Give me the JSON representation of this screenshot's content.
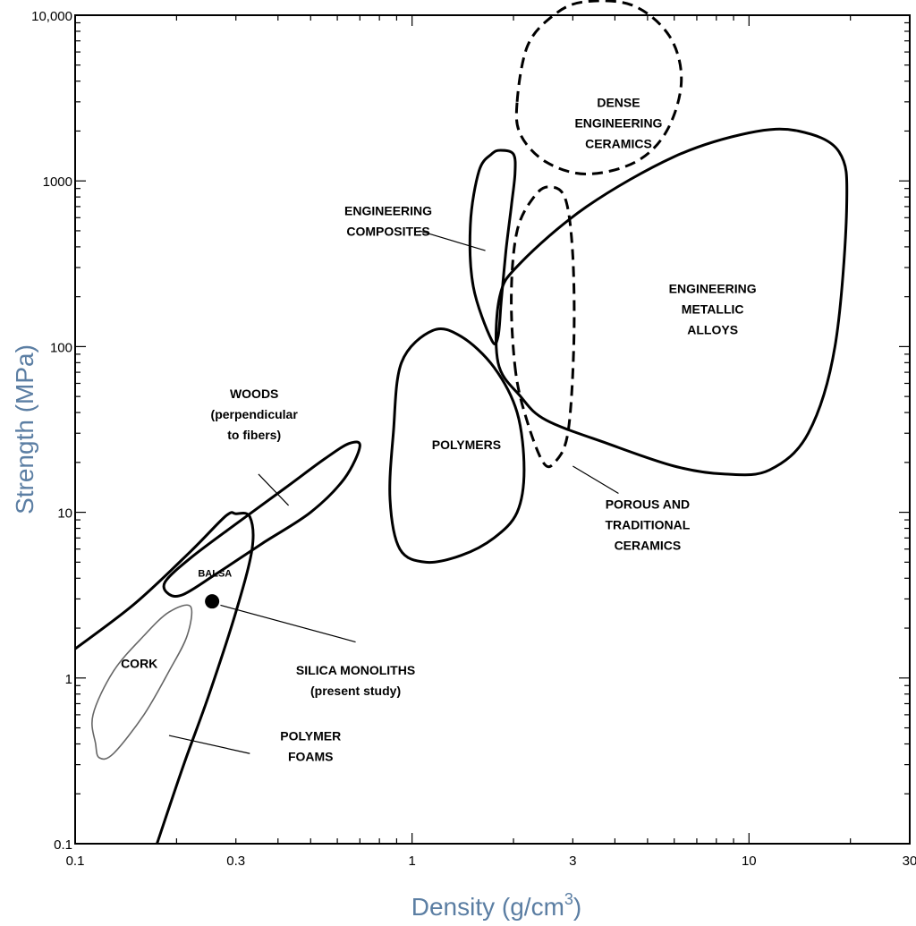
{
  "chart_data": {
    "type": "scatter",
    "title": "",
    "xlabel": "Density (g/cm",
    "xlabel_sup": "3",
    "xlabel_close": ")",
    "ylabel": "Strength (MPa)",
    "xscale": "log",
    "yscale": "log",
    "xlim": [
      0.1,
      30
    ],
    "ylim": [
      0.1,
      10000
    ],
    "x_ticks": [
      {
        "value": 0.1,
        "label": "0.1"
      },
      {
        "value": 0.3,
        "label": "0.3"
      },
      {
        "value": 1,
        "label": "1"
      },
      {
        "value": 3,
        "label": "3"
      },
      {
        "value": 10,
        "label": "10"
      },
      {
        "value": 30,
        "label": "30"
      }
    ],
    "y_ticks": [
      {
        "value": 0.1,
        "label": "0.1"
      },
      {
        "value": 1,
        "label": "1"
      },
      {
        "value": 10,
        "label": "10"
      },
      {
        "value": 100,
        "label": "100"
      },
      {
        "value": 1000,
        "label": "1000"
      },
      {
        "value": 10000,
        "label": "10,000"
      }
    ],
    "grid": false,
    "axis_color": "#5b7ea3",
    "regions": [
      {
        "id": "dense-engineering-ceramics",
        "label_lines": [
          "DENSE",
          "ENGINEERING",
          "CERAMICS"
        ],
        "label_pos": [
          4.1,
          2800
        ],
        "style": "dashed",
        "outline": [
          [
            2.05,
            3000
          ],
          [
            2.2,
            6500
          ],
          [
            2.6,
            9800
          ],
          [
            3.2,
            12000
          ],
          [
            4.5,
            11500
          ],
          [
            5.8,
            7500
          ],
          [
            6.3,
            4000
          ],
          [
            5.7,
            2000
          ],
          [
            4.6,
            1300
          ],
          [
            3.3,
            1100
          ],
          [
            2.5,
            1300
          ],
          [
            2.1,
            1900
          ]
        ]
      },
      {
        "id": "engineering-composites",
        "label_lines": [
          "ENGINEERING",
          "COMPOSITES"
        ],
        "label_pos": [
          0.85,
          620
        ],
        "leader": [
          [
            1.05,
            500
          ],
          [
            1.65,
            380
          ]
        ],
        "style": "solid",
        "outline": [
          [
            1.72,
            110
          ],
          [
            1.52,
            230
          ],
          [
            1.49,
            550
          ],
          [
            1.58,
            1150
          ],
          [
            1.72,
            1450
          ],
          [
            1.83,
            1530
          ],
          [
            2.0,
            1450
          ],
          [
            2.02,
            1100
          ],
          [
            1.97,
            700
          ],
          [
            1.9,
            380
          ],
          [
            1.84,
            190
          ],
          [
            1.8,
            115
          ]
        ]
      },
      {
        "id": "porous-and-traditional-ceramics",
        "label_lines": [
          "POROUS AND",
          "TRADITIONAL",
          "CERAMICS"
        ],
        "label_pos": [
          5.0,
          10.5
        ],
        "leader": [
          [
            4.1,
            13
          ],
          [
            3.0,
            19
          ]
        ],
        "style": "dashed",
        "outline": [
          [
            2.03,
            70
          ],
          [
            1.97,
            200
          ],
          [
            2.05,
            500
          ],
          [
            2.3,
            800
          ],
          [
            2.55,
            920
          ],
          [
            2.85,
            780
          ],
          [
            3.0,
            350
          ],
          [
            3.02,
            100
          ],
          [
            2.9,
            30
          ],
          [
            2.65,
            20
          ],
          [
            2.45,
            20
          ],
          [
            2.2,
            35
          ]
        ]
      },
      {
        "id": "engineering-metallic-alloys",
        "label_lines": [
          "ENGINEERING",
          "METALLIC",
          "ALLOYS"
        ],
        "label_pos": [
          7.8,
          210
        ],
        "style": "solid",
        "outline": [
          [
            1.8,
            80
          ],
          [
            1.82,
            200
          ],
          [
            2.1,
            320
          ],
          [
            3.3,
            700
          ],
          [
            6,
            1400
          ],
          [
            10,
            1950
          ],
          [
            14,
            2000
          ],
          [
            18.5,
            1500
          ],
          [
            19.5,
            700
          ],
          [
            18,
            100
          ],
          [
            15,
            30
          ],
          [
            11.5,
            18
          ],
          [
            8.5,
            17
          ],
          [
            6,
            19
          ],
          [
            3.8,
            26
          ],
          [
            2.5,
            36
          ],
          [
            2.1,
            50
          ]
        ]
      },
      {
        "id": "polymers",
        "label_lines": [
          "POLYMERS"
        ],
        "label_pos": [
          1.45,
          24
        ],
        "style": "solid",
        "outline": [
          [
            0.88,
            30
          ],
          [
            0.93,
            80
          ],
          [
            1.15,
            125
          ],
          [
            1.4,
            115
          ],
          [
            1.75,
            75
          ],
          [
            2.05,
            40
          ],
          [
            2.15,
            18
          ],
          [
            2.05,
            10
          ],
          [
            1.75,
            7
          ],
          [
            1.4,
            5.5
          ],
          [
            1.1,
            5
          ],
          [
            0.92,
            6
          ],
          [
            0.86,
            12
          ]
        ]
      },
      {
        "id": "woods",
        "label_lines": [
          "WOODS",
          "(perpendicular",
          "to fibers)"
        ],
        "label_pos": [
          0.34,
          49
        ],
        "leader": [
          [
            0.35,
            17
          ],
          [
            0.43,
            11
          ]
        ],
        "style": "solid",
        "outline": [
          [
            0.19,
            3.2
          ],
          [
            0.185,
            3.8
          ],
          [
            0.22,
            5.3
          ],
          [
            0.3,
            8.5
          ],
          [
            0.42,
            14
          ],
          [
            0.55,
            21
          ],
          [
            0.65,
            26
          ],
          [
            0.7,
            25
          ],
          [
            0.63,
            16
          ],
          [
            0.5,
            10
          ],
          [
            0.36,
            6.5
          ],
          [
            0.26,
            4.2
          ],
          [
            0.21,
            3.2
          ]
        ]
      },
      {
        "id": "balsa",
        "label_lines": [
          "BALSA"
        ],
        "label_pos": [
          0.26,
          4.1
        ],
        "style": "none",
        "outline": []
      },
      {
        "id": "polymer-foams",
        "label_lines": [
          "POLYMER",
          "FOAMS"
        ],
        "label_pos": [
          0.5,
          0.42
        ],
        "leader": [
          [
            0.33,
            0.35
          ],
          [
            0.19,
            0.45
          ]
        ],
        "style": "solid",
        "outline": [
          [
            0.1,
            1.5
          ],
          [
            0.15,
            2.8
          ],
          [
            0.22,
            5.8
          ],
          [
            0.28,
            9.5
          ],
          [
            0.3,
            9.8
          ],
          [
            0.33,
            9.4
          ],
          [
            0.335,
            6
          ],
          [
            0.3,
            2.5
          ],
          [
            0.25,
            0.8
          ],
          [
            0.21,
            0.3
          ],
          [
            0.175,
            0.1
          ]
        ]
      },
      {
        "id": "cork",
        "label_lines": [
          "CORK"
        ],
        "label_pos": [
          0.155,
          1.15
        ],
        "style": "thin",
        "outline": [
          [
            0.115,
            0.4
          ],
          [
            0.113,
            0.6
          ],
          [
            0.13,
            1.1
          ],
          [
            0.16,
            1.8
          ],
          [
            0.19,
            2.5
          ],
          [
            0.22,
            2.7
          ],
          [
            0.215,
            1.8
          ],
          [
            0.19,
            1.1
          ],
          [
            0.16,
            0.6
          ],
          [
            0.13,
            0.35
          ],
          [
            0.118,
            0.33
          ]
        ]
      }
    ],
    "points": [
      {
        "id": "silica-monoliths",
        "x": 0.255,
        "y": 2.9,
        "label_lines": [
          "SILICA MONOLITHS",
          "(present study)"
        ],
        "label_pos": [
          0.68,
          1.05
        ],
        "leader": [
          [
            0.68,
            1.65
          ],
          [
            0.27,
            2.75
          ]
        ]
      }
    ]
  }
}
